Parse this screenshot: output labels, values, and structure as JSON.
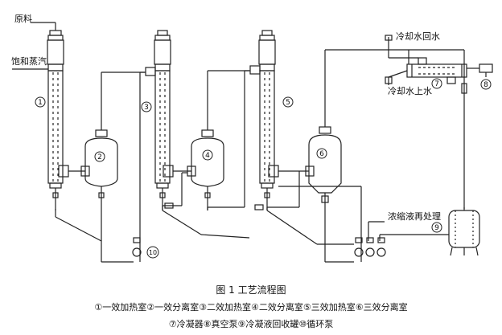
{
  "labels": {
    "raw_material": "原料",
    "saturated_steam": "饱和蒸汽",
    "cooling_water_return": "冷却水回水",
    "cooling_water_supply": "冷却水上水",
    "concentrate_processing": "浓缩液再处理"
  },
  "equipment_numbers": [
    "1",
    "2",
    "3",
    "4",
    "5",
    "6",
    "7",
    "8",
    "9",
    "10"
  ],
  "caption": {
    "title": "图 1   工艺流程图",
    "legend_line1": "①一效加热室②一效分离室③二效加热室④二效分离室⑤三效加热室⑥三效分离室",
    "legend_line2": "⑦冷凝器⑧真空泵⑨冷凝液回收罐⑩循环泵"
  }
}
